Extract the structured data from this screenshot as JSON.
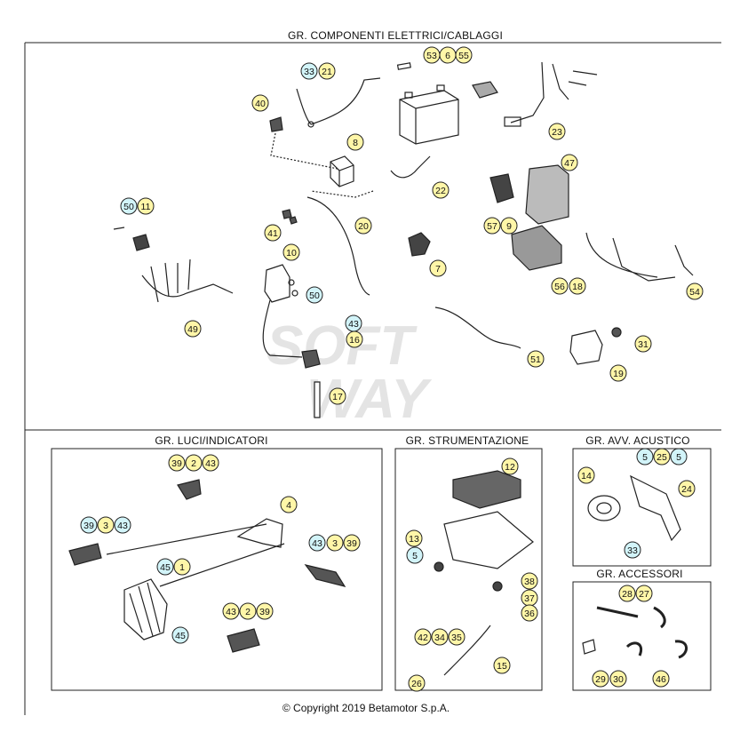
{
  "sections": {
    "main_title": "GR. COMPONENTI ELETTRICI/CABLAGGI",
    "lights_title": "GR. LUCI/INDICATORI",
    "instruments_title": "GR. STRUMENTAZIONE",
    "horn_title": "GR. AVV. ACUSTICO",
    "accessories_title": "GR. ACCESSORI"
  },
  "copyright": "© Copyright 2019 Betamotor S.p.A.",
  "watermark": [
    "SOFT",
    "WAY"
  ],
  "colors": {
    "yellow_callout": "#fff6a8",
    "cyan_callout": "#d2f4f9",
    "line": "#222222"
  },
  "callouts": [
    {
      "id": "33",
      "type": "cyan"
    },
    {
      "id": "21",
      "type": "yellow"
    },
    {
      "id": "53",
      "type": "yellow"
    },
    {
      "id": "6",
      "type": "yellow"
    },
    {
      "id": "55",
      "type": "yellow"
    },
    {
      "id": "40",
      "type": "yellow"
    },
    {
      "id": "23",
      "type": "yellow"
    },
    {
      "id": "8",
      "type": "yellow"
    },
    {
      "id": "47",
      "type": "yellow"
    },
    {
      "id": "22",
      "type": "yellow"
    },
    {
      "id": "50",
      "type": "cyan"
    },
    {
      "id": "11",
      "type": "yellow"
    },
    {
      "id": "20",
      "type": "yellow"
    },
    {
      "id": "57",
      "type": "yellow"
    },
    {
      "id": "9",
      "type": "yellow"
    },
    {
      "id": "41",
      "type": "yellow"
    },
    {
      "id": "10",
      "type": "yellow"
    },
    {
      "id": "7",
      "type": "yellow"
    },
    {
      "id": "50",
      "type": "cyan"
    },
    {
      "id": "56",
      "type": "yellow"
    },
    {
      "id": "18",
      "type": "yellow"
    },
    {
      "id": "54",
      "type": "yellow"
    },
    {
      "id": "49",
      "type": "yellow"
    },
    {
      "id": "43",
      "type": "cyan"
    },
    {
      "id": "16",
      "type": "yellow"
    },
    {
      "id": "31",
      "type": "yellow"
    },
    {
      "id": "51",
      "type": "yellow"
    },
    {
      "id": "19",
      "type": "yellow"
    },
    {
      "id": "17",
      "type": "yellow"
    },
    {
      "id": "39",
      "type": "yellow"
    },
    {
      "id": "2",
      "type": "yellow"
    },
    {
      "id": "43",
      "type": "yellow"
    },
    {
      "id": "4",
      "type": "yellow"
    },
    {
      "id": "39",
      "type": "cyan"
    },
    {
      "id": "3",
      "type": "yellow"
    },
    {
      "id": "43",
      "type": "cyan"
    },
    {
      "id": "43",
      "type": "cyan"
    },
    {
      "id": "3",
      "type": "yellow"
    },
    {
      "id": "39",
      "type": "yellow"
    },
    {
      "id": "45",
      "type": "cyan"
    },
    {
      "id": "1",
      "type": "yellow"
    },
    {
      "id": "43",
      "type": "yellow"
    },
    {
      "id": "2",
      "type": "yellow"
    },
    {
      "id": "39",
      "type": "yellow"
    },
    {
      "id": "45",
      "type": "cyan"
    },
    {
      "id": "12",
      "type": "yellow"
    },
    {
      "id": "13",
      "type": "yellow"
    },
    {
      "id": "5",
      "type": "cyan"
    },
    {
      "id": "38",
      "type": "yellow"
    },
    {
      "id": "37",
      "type": "yellow"
    },
    {
      "id": "36",
      "type": "yellow"
    },
    {
      "id": "42",
      "type": "yellow"
    },
    {
      "id": "34",
      "type": "yellow"
    },
    {
      "id": "35",
      "type": "yellow"
    },
    {
      "id": "15",
      "type": "yellow"
    },
    {
      "id": "26",
      "type": "yellow"
    },
    {
      "id": "5",
      "type": "cyan"
    },
    {
      "id": "25",
      "type": "yellow"
    },
    {
      "id": "5",
      "type": "cyan"
    },
    {
      "id": "14",
      "type": "yellow"
    },
    {
      "id": "24",
      "type": "yellow"
    },
    {
      "id": "33",
      "type": "cyan"
    },
    {
      "id": "28",
      "type": "yellow"
    },
    {
      "id": "27",
      "type": "yellow"
    },
    {
      "id": "29",
      "type": "yellow"
    },
    {
      "id": "30",
      "type": "yellow"
    },
    {
      "id": "46",
      "type": "yellow"
    }
  ]
}
